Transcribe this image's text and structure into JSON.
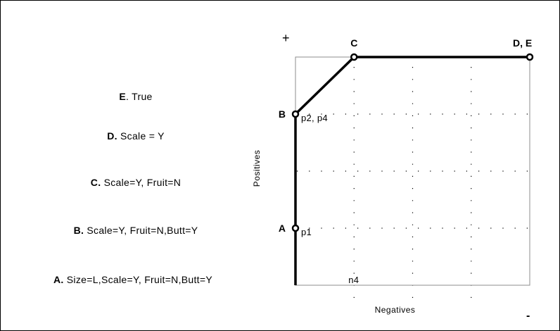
{
  "rules": [
    {
      "letter": "E",
      "text": ". True"
    },
    {
      "letter": "D.",
      "text": " Scale = Y"
    },
    {
      "letter": "C.",
      "text": " Scale=Y, Fruit=N"
    },
    {
      "letter": "B.",
      "text": " Scale=Y, Fruit=N,Butt=Y"
    },
    {
      "letter": "A.",
      "text": " Size=L,Scale=Y, Fruit=N,Butt=Y"
    }
  ],
  "chart_data": {
    "type": "line",
    "xlabel": "Negatives",
    "ylabel": "Positives",
    "corner_plus": "+",
    "corner_minus": "-",
    "xlim": [
      0,
      4
    ],
    "ylim": [
      0,
      4
    ],
    "grid": "dotted",
    "x_ticks": [
      1,
      2,
      3
    ],
    "y_ticks": [
      1,
      2,
      3
    ],
    "series": [
      {
        "points": [
          {
            "x": 0,
            "y": 0,
            "label": ""
          },
          {
            "x": 0,
            "y": 1,
            "label": "A"
          },
          {
            "x": 0,
            "y": 3,
            "label": "B"
          },
          {
            "x": 1,
            "y": 4,
            "label": "C"
          },
          {
            "x": 4,
            "y": 4,
            "label": "D, E"
          }
        ]
      }
    ],
    "annotations": [
      {
        "x": 0,
        "y": 1,
        "text": "p1"
      },
      {
        "x": 0,
        "y": 3,
        "text": "p2, p4"
      },
      {
        "x": 1,
        "y": 0,
        "text": "n4"
      }
    ]
  }
}
